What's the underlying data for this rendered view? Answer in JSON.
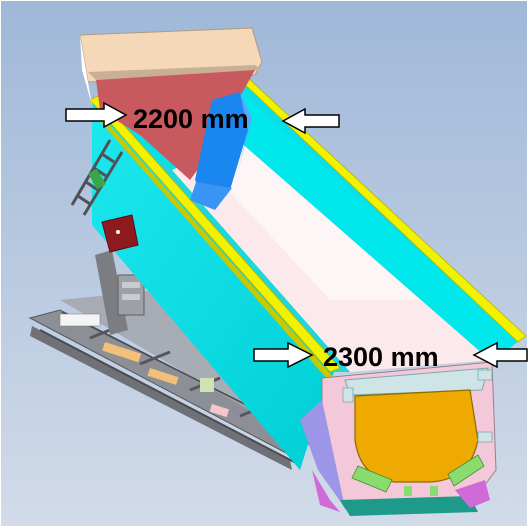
{
  "dimensions": {
    "top_width": {
      "value": 2200,
      "unit": "mm",
      "text": "2200 mm"
    },
    "bottom_width": {
      "value": 2300,
      "unit": "mm",
      "text": "2300 mm"
    }
  },
  "colors": {
    "background_top": "#9fb8d8",
    "background_bottom": "#d2dbe9",
    "trough_cyan": "#00e8ec",
    "trough_inner_light": "#fbe9ec",
    "edge_yellow": "#f2f200",
    "hopper_red": "#c85a5f",
    "hopper_cap": "#f4d8b8",
    "liner_blue": "#1a86f0",
    "end_plate_orange": "#eeaa00",
    "frame_grey": "#8d8f96",
    "arrow_outline": "#000000"
  },
  "icons": [
    "arrow-right-icon",
    "arrow-left-icon"
  ]
}
